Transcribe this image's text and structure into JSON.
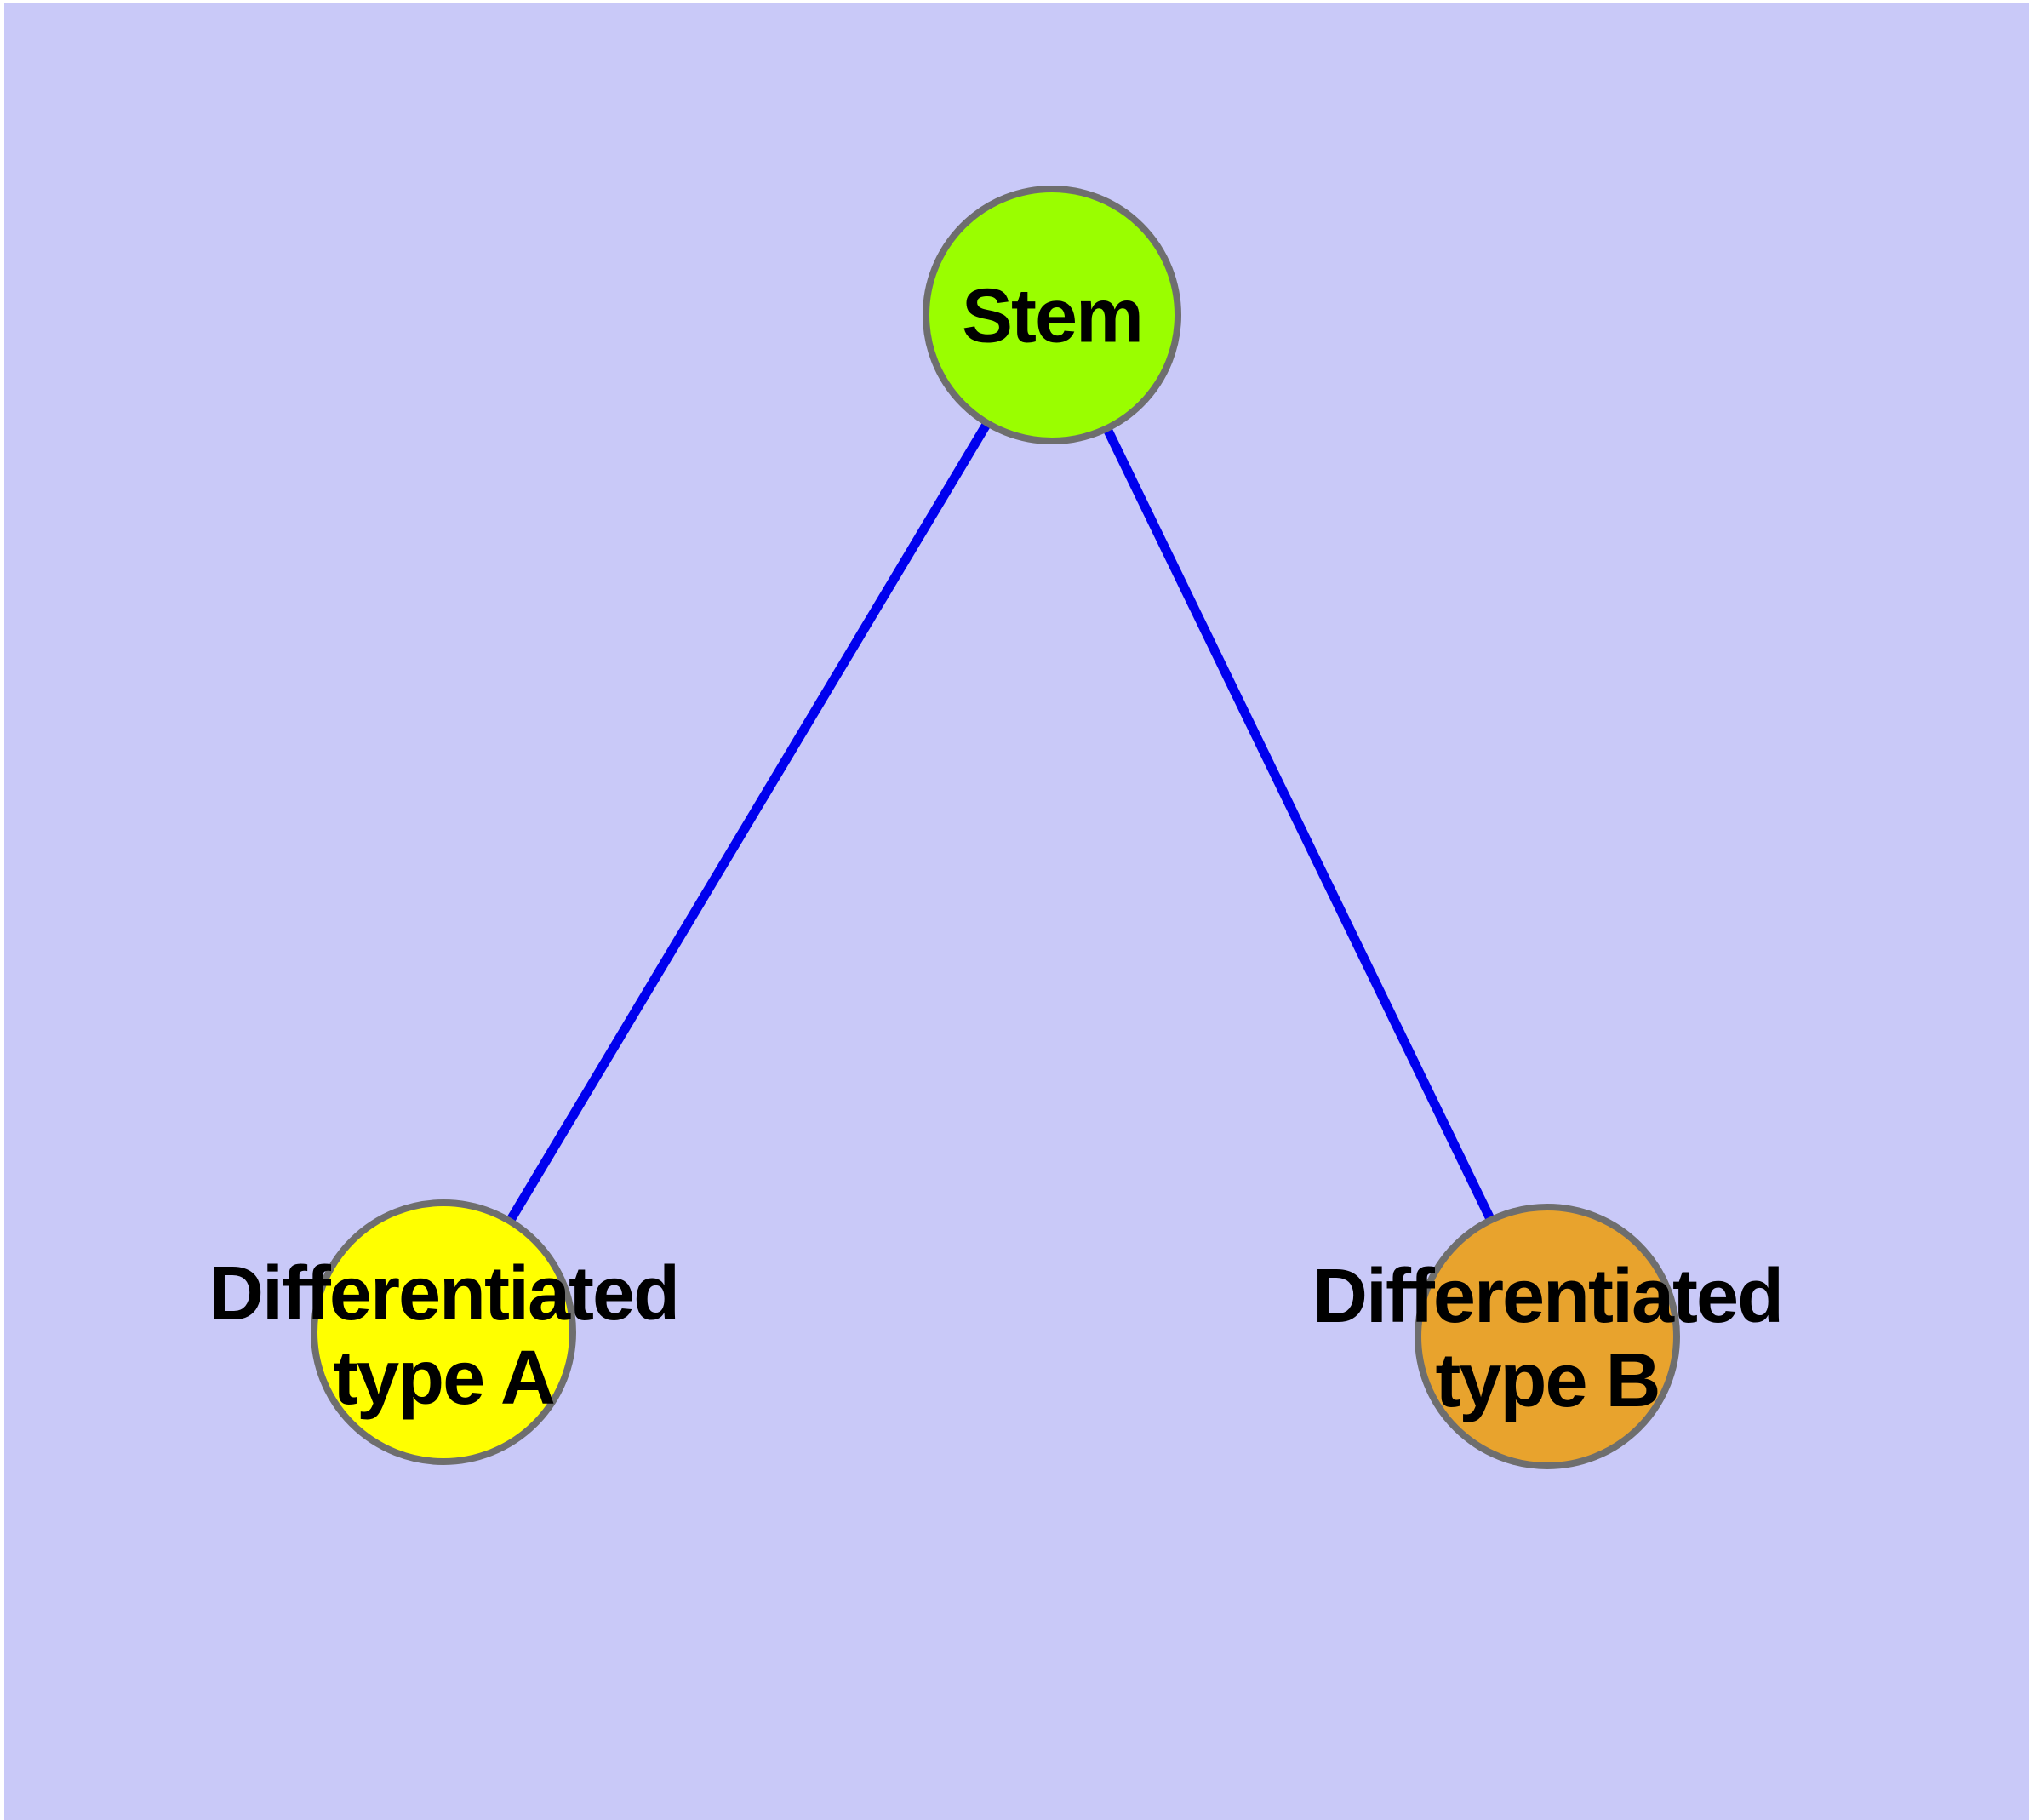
{
  "diagram": {
    "background_color": "#C9C9F8",
    "edge_color": "#0000EE",
    "node_border_color": "#6E6E6E",
    "nodes": [
      {
        "id": "stem",
        "label": "Stem",
        "fill": "#9AFE00"
      },
      {
        "id": "differentiated-type-a",
        "label_line1": "Differentiated",
        "label_line2": "type A",
        "fill": "#FFFF00"
      },
      {
        "id": "differentiated-type-b",
        "label_line1": "Differentiated",
        "label_line2": "type B",
        "fill": "#E8A32D"
      }
    ],
    "edges": [
      {
        "from": "Stem",
        "to": "Differentiated type A"
      },
      {
        "from": "Stem",
        "to": "Differentiated type B"
      }
    ]
  }
}
